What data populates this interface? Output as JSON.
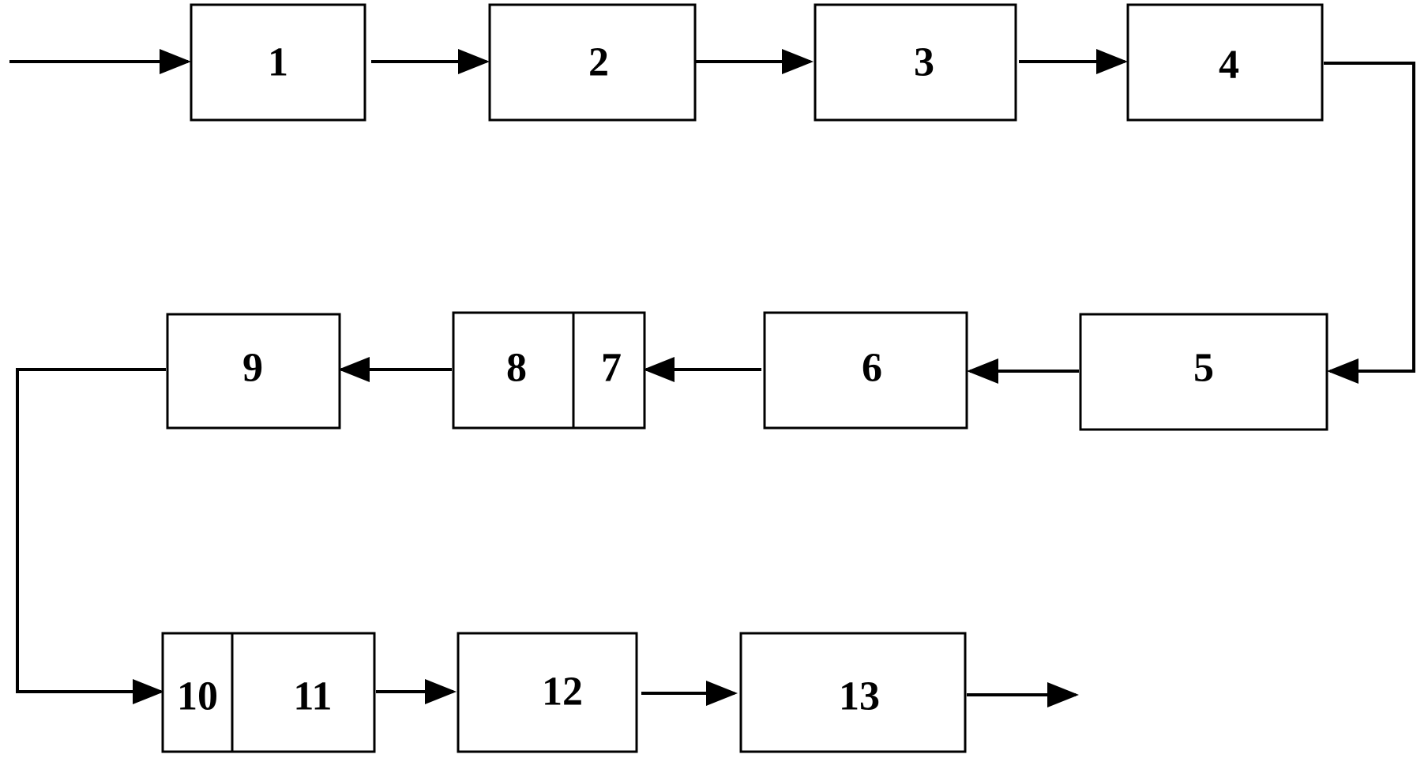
{
  "diagram": {
    "blocks": [
      {
        "id": "1",
        "label": "1"
      },
      {
        "id": "2",
        "label": "2"
      },
      {
        "id": "3",
        "label": "3"
      },
      {
        "id": "4",
        "label": "4"
      },
      {
        "id": "5",
        "label": "5"
      },
      {
        "id": "6",
        "label": "6"
      },
      {
        "id": "7",
        "label": "7"
      },
      {
        "id": "8",
        "label": "8"
      },
      {
        "id": "9",
        "label": "9"
      },
      {
        "id": "10",
        "label": "10"
      },
      {
        "id": "11",
        "label": "11"
      },
      {
        "id": "12",
        "label": "12"
      },
      {
        "id": "13",
        "label": "13"
      }
    ],
    "flow": [
      "1",
      "2",
      "3",
      "4",
      "5",
      "6",
      "7",
      "8",
      "9",
      "10",
      "11",
      "12",
      "13"
    ],
    "colors": {
      "line": "#000000",
      "background": "#ffffff"
    }
  }
}
